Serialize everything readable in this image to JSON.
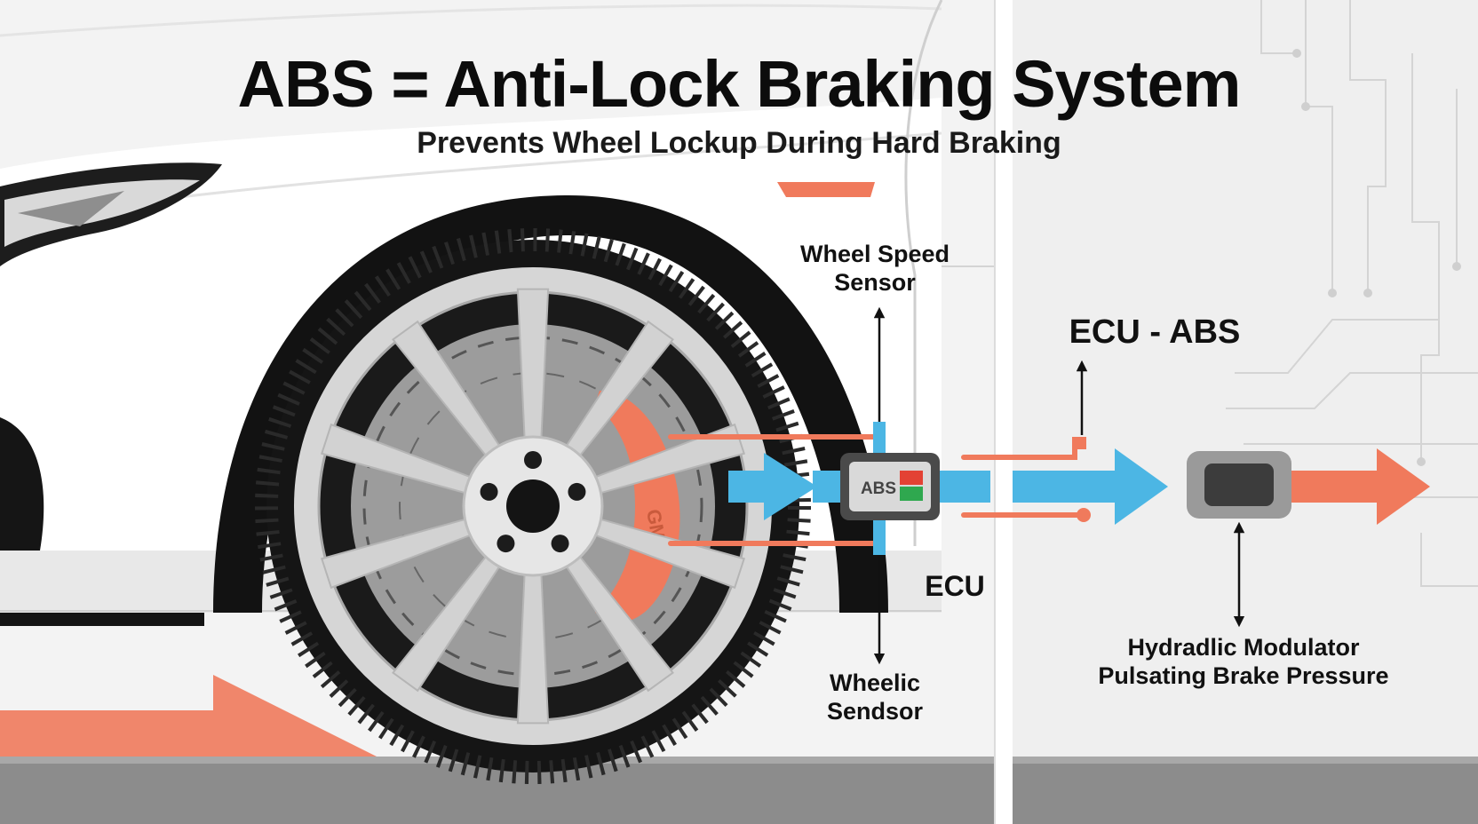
{
  "title": "ABS = Anti-Lock Braking System",
  "subtitle": "Prevents Wheel Lockup During Hard Braking",
  "labels": {
    "wheel_speed_sensor": [
      "Wheel Speed",
      "Sensor"
    ],
    "ecu_abs": "ECU - ABS",
    "ecu": "ECU",
    "wheelic_sensor": [
      "Wheelic",
      "Sendsor"
    ],
    "hydraulic_modulator": [
      "Hydradlic Modulator",
      "Pulsating Brake Pressure"
    ],
    "abs_box_text": "ABS",
    "caliper_text": "GM"
  },
  "colors": {
    "signal_orange": "#f07a5c",
    "flow_blue": "#4cb6e4",
    "tire": "#141414",
    "rim": "#d2d2d2",
    "disc": "#9c9c9c",
    "road": "#8c8c8c",
    "ecu_box": "#4a4a4a",
    "led_red": "#e34234",
    "led_green": "#2fa84f"
  }
}
